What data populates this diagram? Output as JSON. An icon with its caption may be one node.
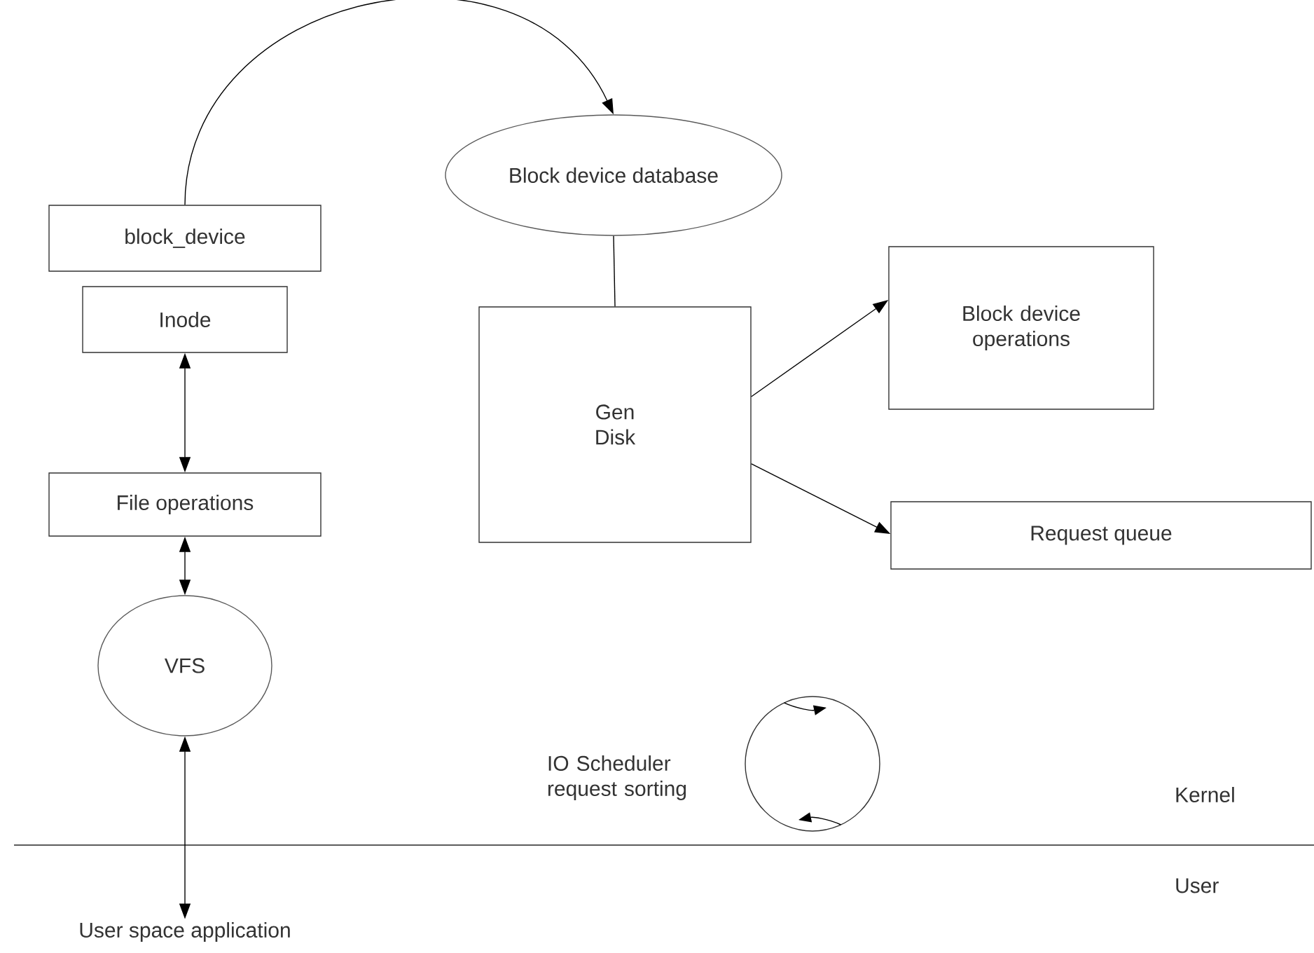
{
  "diagram": {
    "nodes": [
      {
        "text": [
          "block_device"
        ]
      },
      {
        "text": [
          "Inode"
        ]
      },
      {
        "text": [
          "Block device database"
        ]
      },
      {
        "text": [
          "File operations"
        ]
      },
      {
        "text": [
          "Gen Disk"
        ]
      },
      {
        "text": [
          "Block device operations"
        ]
      },
      {
        "text": [
          "Request queue"
        ]
      },
      {
        "text": [
          "VFS"
        ]
      },
      {
        "text": [],
        "shape": "circle",
        "beside": [
          "IO Scheduler request sorting"
        ]
      },
      {
        "text": [
          "User space application"
        ]
      }
    ],
    "edges": [
      {
        "from": 0,
        "to": 2,
        "arrow": "to"
      },
      {
        "from": 1,
        "to": 3,
        "arrow": "both"
      },
      {
        "from": 2,
        "to": 4,
        "arrow": "none"
      },
      {
        "from": 4,
        "to": 5,
        "arrow": "to"
      },
      {
        "from": 4,
        "to": 6,
        "arrow": "to"
      },
      {
        "from": 3,
        "to": 7,
        "arrow": "both"
      },
      {
        "from": 7,
        "to": 9,
        "arrow": "both"
      }
    ],
    "labels": [
      "Kernel",
      "User"
    ]
  }
}
